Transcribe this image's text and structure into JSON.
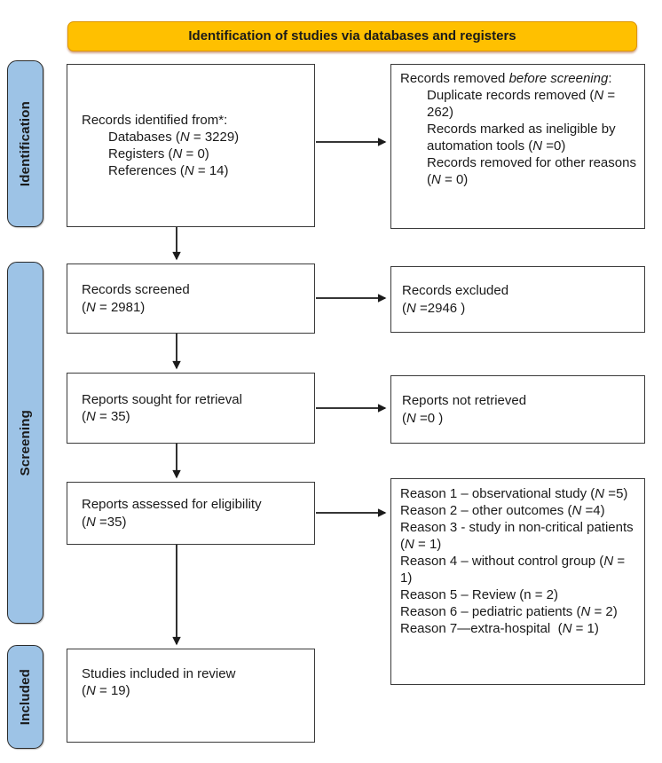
{
  "title": "Identification of studies via databases and registers",
  "stages": [
    {
      "label": "Identification"
    },
    {
      "label": "Screening"
    },
    {
      "label": "Included"
    }
  ],
  "boxes": {
    "records_identified": {
      "lines": [
        {
          "text": "Records identified from*:",
          "indent": false
        },
        {
          "text": "Databases (*N* = 3229)",
          "indent": true
        },
        {
          "text": "Registers (*N* = 0)",
          "indent": true
        },
        {
          "text": "References (*N* = 14)",
          "indent": true
        }
      ]
    },
    "records_removed": {
      "lines": [
        {
          "text": "Records removed *before screening*:",
          "indent": false
        },
        {
          "text": "Duplicate records removed (*N* = 262)",
          "indent": true
        },
        {
          "text": "Records marked as ineligible by automation tools (*N* =0)",
          "indent": true
        },
        {
          "text": "Records removed for other reasons (*N* = 0)",
          "indent": true
        }
      ]
    },
    "records_screened": {
      "lines": [
        {
          "text": "Records screened",
          "indent": false
        },
        {
          "text": "(*N* = 2981)",
          "indent": false
        }
      ]
    },
    "records_excluded": {
      "lines": [
        {
          "text": "Records excluded",
          "indent": false
        },
        {
          "text": "(*N* =2946 )",
          "indent": false
        }
      ]
    },
    "reports_sought": {
      "lines": [
        {
          "text": "Reports sought for retrieval",
          "indent": false
        },
        {
          "text": "(*N* = 35)",
          "indent": false
        }
      ]
    },
    "reports_not_retrieved": {
      "lines": [
        {
          "text": "Reports not retrieved",
          "indent": false
        },
        {
          "text": "(*N* =0 )",
          "indent": false
        }
      ]
    },
    "reports_assessed": {
      "lines": [
        {
          "text": "Reports assessed for eligibility",
          "indent": false
        },
        {
          "text": "(*N* =35)",
          "indent": false
        }
      ]
    },
    "exclusion_reasons": {
      "lines": [
        {
          "text": "Reason 1 – observational study (*N* =5)",
          "indent": false
        },
        {
          "text": "Reason 2 – other outcomes (*N* =4)",
          "indent": false
        },
        {
          "text": "Reason 3 - study in non-critical patients (*N* = 1)",
          "indent": false
        },
        {
          "text": "Reason 4 – without control group (*N* = 1)",
          "indent": false
        },
        {
          "text": "Reason 5 – Review (n = 2)",
          "indent": false
        },
        {
          "text": "Reason 6 – pediatric patients (*N* = 2)",
          "indent": false
        },
        {
          "text": "Reason 7—extra-hospital  (*N* = 1)",
          "indent": false
        }
      ]
    },
    "studies_included": {
      "lines": [
        {
          "text": "Studies included in review",
          "indent": false
        },
        {
          "text": "(*N* = 19)",
          "indent": false
        }
      ]
    }
  },
  "colors": {
    "banner_bg": "#FFC000",
    "banner_border": "#DD9500",
    "stage_bg": "#9DC3E6",
    "stage_border": "#2B2B2B",
    "box_border": "#3A3A3A",
    "arrow": "#1A1A1A",
    "text": "#1A1A1A"
  }
}
